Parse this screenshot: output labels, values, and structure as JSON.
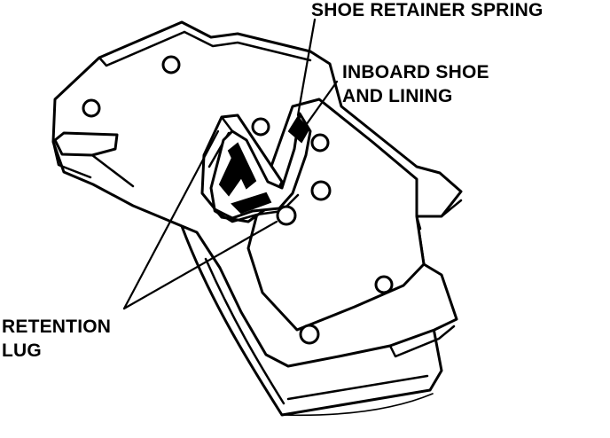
{
  "labels": {
    "shoe_retainer_spring": "SHOE RETAINER SPRING",
    "inboard_line1": "INBOARD SHOE",
    "inboard_line2": "AND LINING",
    "retention_line1": "RETENTION",
    "retention_line2": "LUG"
  }
}
